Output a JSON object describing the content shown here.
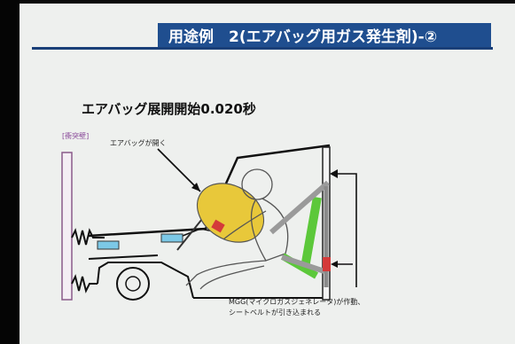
{
  "slide": {
    "title": "用途例　2(エアバッグ用ガス発生剤)-②",
    "subtitle": "エアバッグ展開開始0.020秒",
    "corner_label": "[衝突壁]",
    "airbag_label": "エアバッグが開く",
    "mgg_line1": "MGG(マイクロガスジェネレータ)が作動、",
    "mgg_line2": "シートベルトが引き込まれる"
  },
  "colors": {
    "screen": "#eef0ee",
    "title_bar": "#1f4e8f",
    "airbag": "#e8c83a",
    "green_part": "#5cc83a",
    "red_part": "#d43a3a",
    "cyan_part": "#7cc8e6",
    "wall_outline": "#a070a0"
  }
}
